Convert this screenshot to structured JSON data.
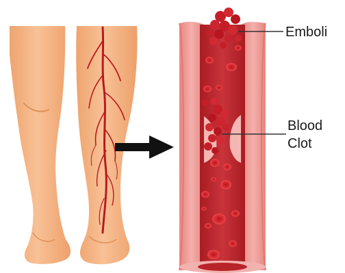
{
  "labels": {
    "emboli": "Emboli",
    "blood_clot_line1": "Blood",
    "blood_clot_line2": "Clot"
  },
  "icons": {
    "arrow": "arrow-right-icon"
  },
  "colors": {
    "skin": "#f6b98a",
    "skin_shadow": "#e49a66",
    "vein": "#b81a1f",
    "vessel_wall": "#f1a3a0",
    "vessel_lumen": "#c0252b",
    "blood_cell": "#d93238",
    "clot": "#c81e2a",
    "leader_line": "#333333"
  }
}
